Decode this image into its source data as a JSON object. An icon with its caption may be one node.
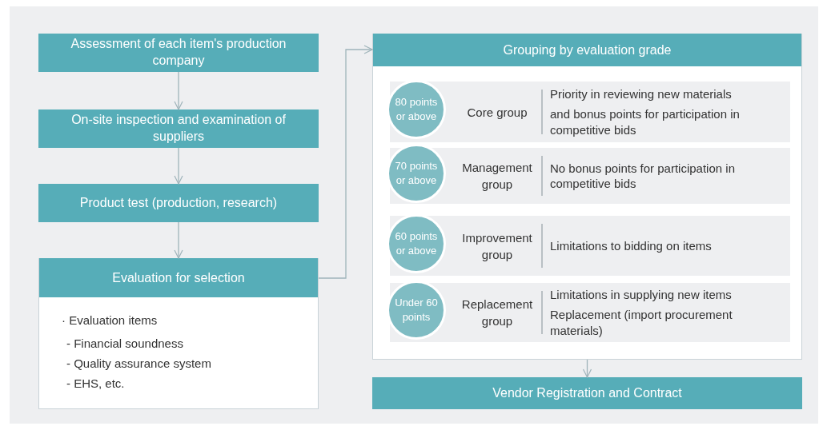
{
  "diagram": {
    "nodes": [
      {
        "text": [
          "Assessment of  each item's production company"
        ]
      },
      {
        "text": [
          "On-site inspection and examination of suppliers"
        ]
      },
      {
        "text": [
          "Product test (production, research)"
        ]
      },
      {
        "text": [
          "Evaluation for selection",
          "· Evaluation items",
          "- Financial soundness",
          "- Quality assurance system",
          "- EHS, etc."
        ]
      },
      {
        "text": [
          "Grouping by evaluation grade"
        ]
      },
      {
        "text": [
          "Core group",
          "Priority in reviewing new materials",
          "and bonus points for participation in competitive bids"
        ],
        "in": 4
      },
      {
        "text": [
          "80 points or above"
        ],
        "in": 5
      },
      {
        "text": [
          "Management group",
          "No bonus points for participation in competitive bids"
        ],
        "in": 4
      },
      {
        "text": [
          "70 points or above"
        ],
        "in": 7
      },
      {
        "text": [
          "Improvement group",
          "Limitations to bidding on items"
        ],
        "in": 4
      },
      {
        "text": [
          "60 points or above"
        ],
        "in": 9
      },
      {
        "text": [
          "Replacement group",
          "Limitations in supplying new items",
          "Replacement (import procurement materials)"
        ],
        "in": 4
      },
      {
        "text": [
          "Under 60 points"
        ],
        "in": 11
      },
      {
        "text": [
          "Vendor Registration and Contract"
        ]
      }
    ],
    "edges": [
      {
        "from": 0,
        "to": 1,
        "arrow": "to"
      },
      {
        "from": 1,
        "to": 2,
        "arrow": "to"
      },
      {
        "from": 2,
        "to": 3,
        "arrow": "to"
      },
      {
        "from": 3,
        "to": 4,
        "arrow": "to"
      },
      {
        "from": 4,
        "to": 13,
        "arrow": "to"
      }
    ]
  }
}
